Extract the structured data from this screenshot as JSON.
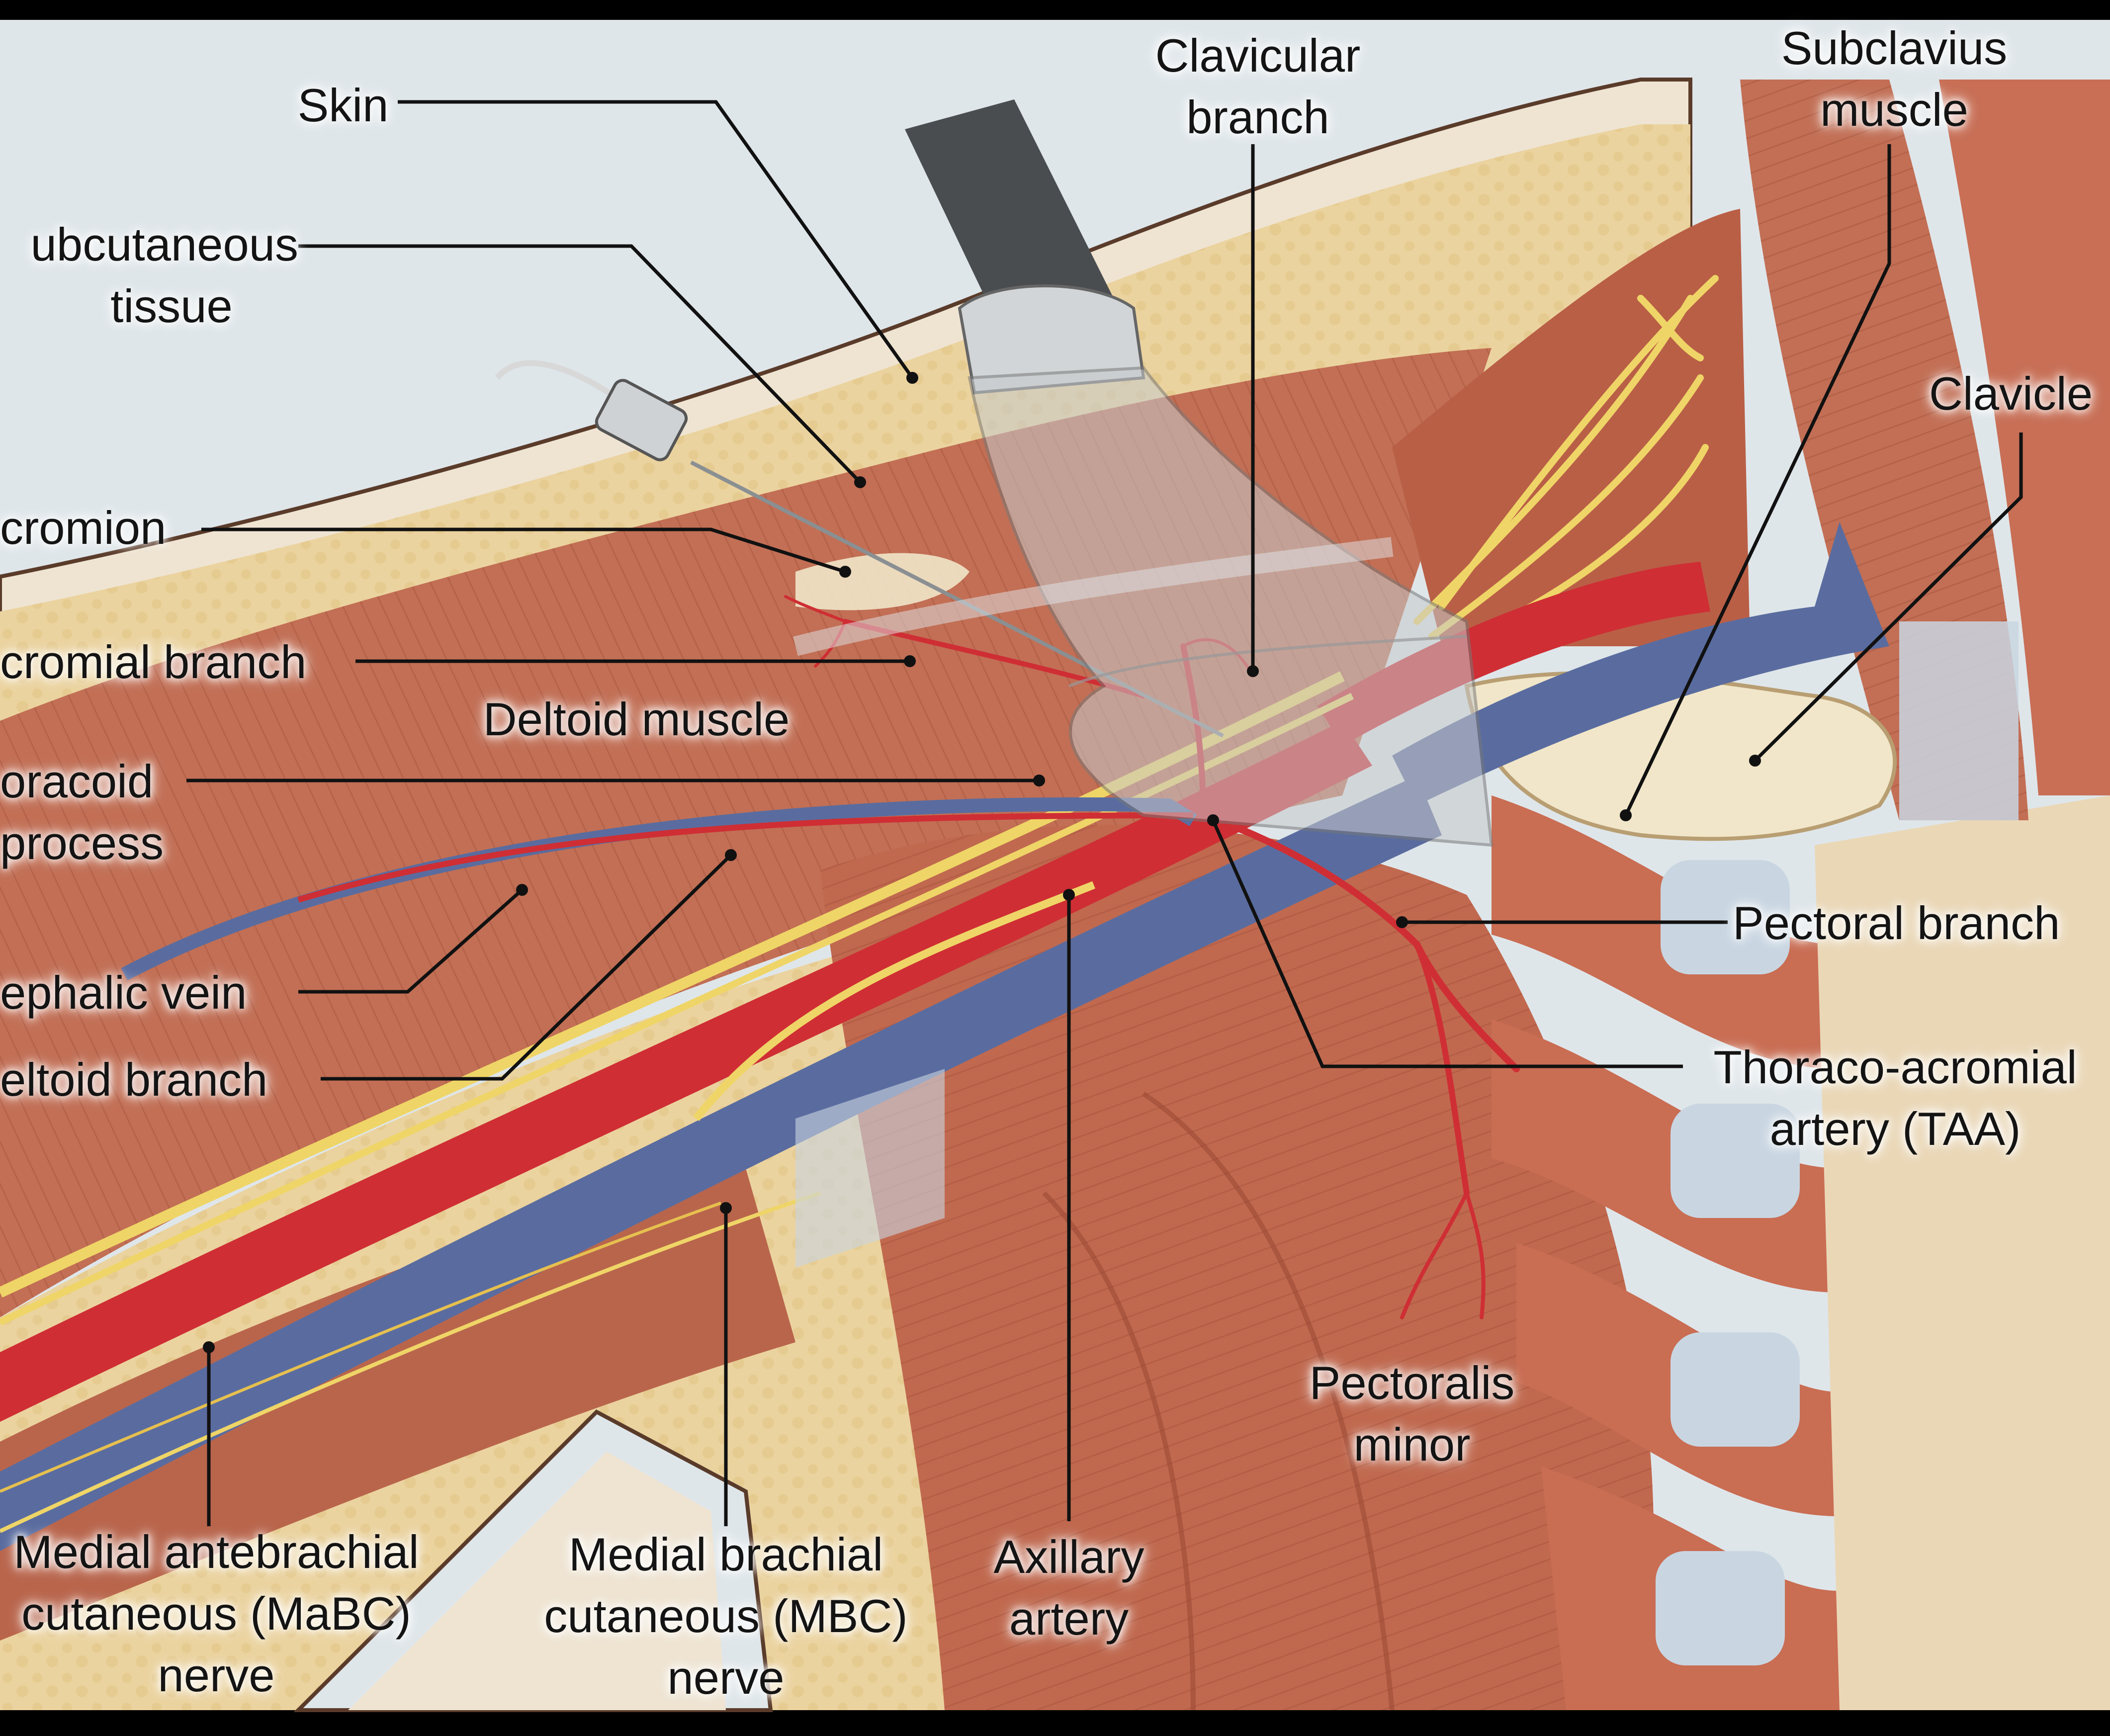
{
  "figure": {
    "labels": {
      "skin": [
        "Skin"
      ],
      "subcutaneous_tissue": [
        "ubcutaneous",
        "tissue"
      ],
      "acromion": [
        "cromion"
      ],
      "acromial_branch": [
        "cromial branch"
      ],
      "coracoid_process": [
        "oracoid",
        "process"
      ],
      "cephalic_vein": [
        "ephalic vein"
      ],
      "deltoid_branch": [
        "eltoid branch"
      ],
      "medial_antebrachial_nerve": [
        "Medial antebrachial",
        "cutaneous (MaBC)",
        "nerve"
      ],
      "medial_brachial_nerve": [
        "Medial brachial",
        "cutaneous (MBC)",
        "nerve"
      ],
      "axillary_artery": [
        "Axillary",
        "artery"
      ],
      "pectoralis_minor": [
        "Pectoralis",
        "minor"
      ],
      "deltoid_muscle": [
        "Deltoid muscle"
      ],
      "clavicular_branch": [
        "Clavicular",
        "branch"
      ],
      "subclavius_muscle": [
        "Subclavius",
        "muscle"
      ],
      "clavicle": [
        "Clavicle"
      ],
      "pectoral_branch": [
        "Pectoral branch"
      ],
      "thoraco_acromial_artery": [
        "Thoraco-acromial",
        "artery (TAA)"
      ]
    }
  },
  "colors": {
    "frame": "#000000",
    "background": "#dfe6ea",
    "skin": "#efe4d2",
    "fat": "#ebd39f",
    "muscle": "#c26f55",
    "muscle_dark": "#a2533e",
    "artery": "#cf2e34",
    "vein": "#5a6c9f",
    "nerve": "#efd567",
    "bone": "#f1e6c9",
    "cartilage": "#c9d6e2",
    "probe": "#b9bcbe",
    "leader": "#111111"
  }
}
